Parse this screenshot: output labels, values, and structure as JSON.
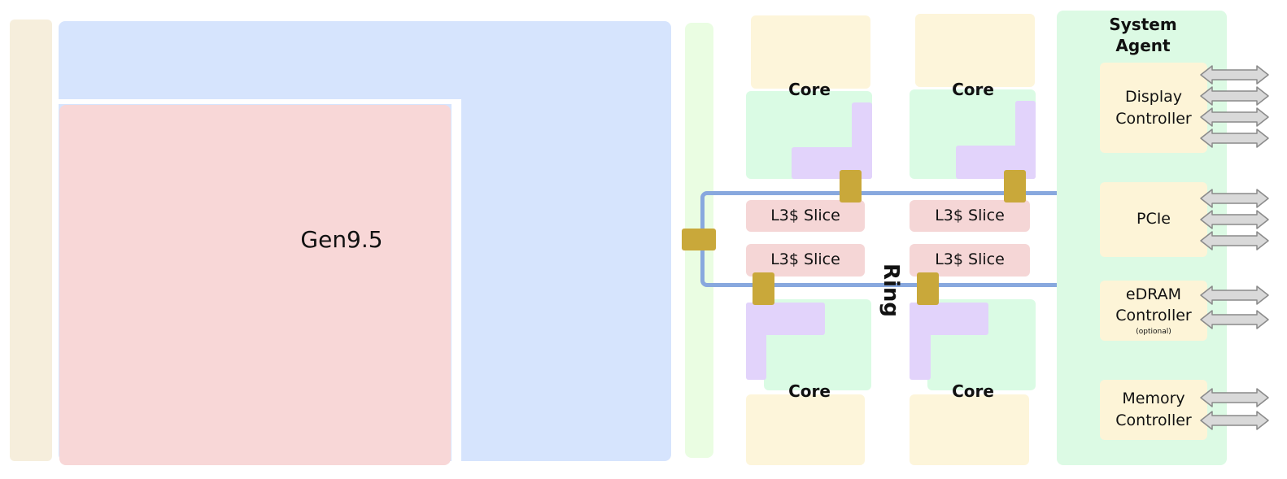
{
  "labels": {
    "gpu": "Gen9.5",
    "core": "Core",
    "l3_slice": "L3$ Slice",
    "ring": "Ring",
    "system_agent": "System\nAgent",
    "display_controller": "Display\nController",
    "pcie": "PCIe",
    "edram_controller": "eDRAM\nController",
    "edram_optional": "(optional)",
    "memory_controller": "Memory\nController"
  },
  "colors": {
    "left_strip": "#f6eedc",
    "gpu_outer": "#d6e4fd",
    "gpu_inner": "#f8d7d7",
    "green_strip": "#eafde2",
    "core_cache": "#fdf5da",
    "core_logic": "#dafbe4",
    "core_purple": "#e2d3fb",
    "l3": "#f5d6d6",
    "ring_line": "#88a8de",
    "ring_stop": "#c9a83a",
    "system_agent": "#dcfae4",
    "sa_block": "#fdf4d7",
    "arrow_fill": "#d9d9d9",
    "arrow_stroke": "#8a8a8a"
  }
}
